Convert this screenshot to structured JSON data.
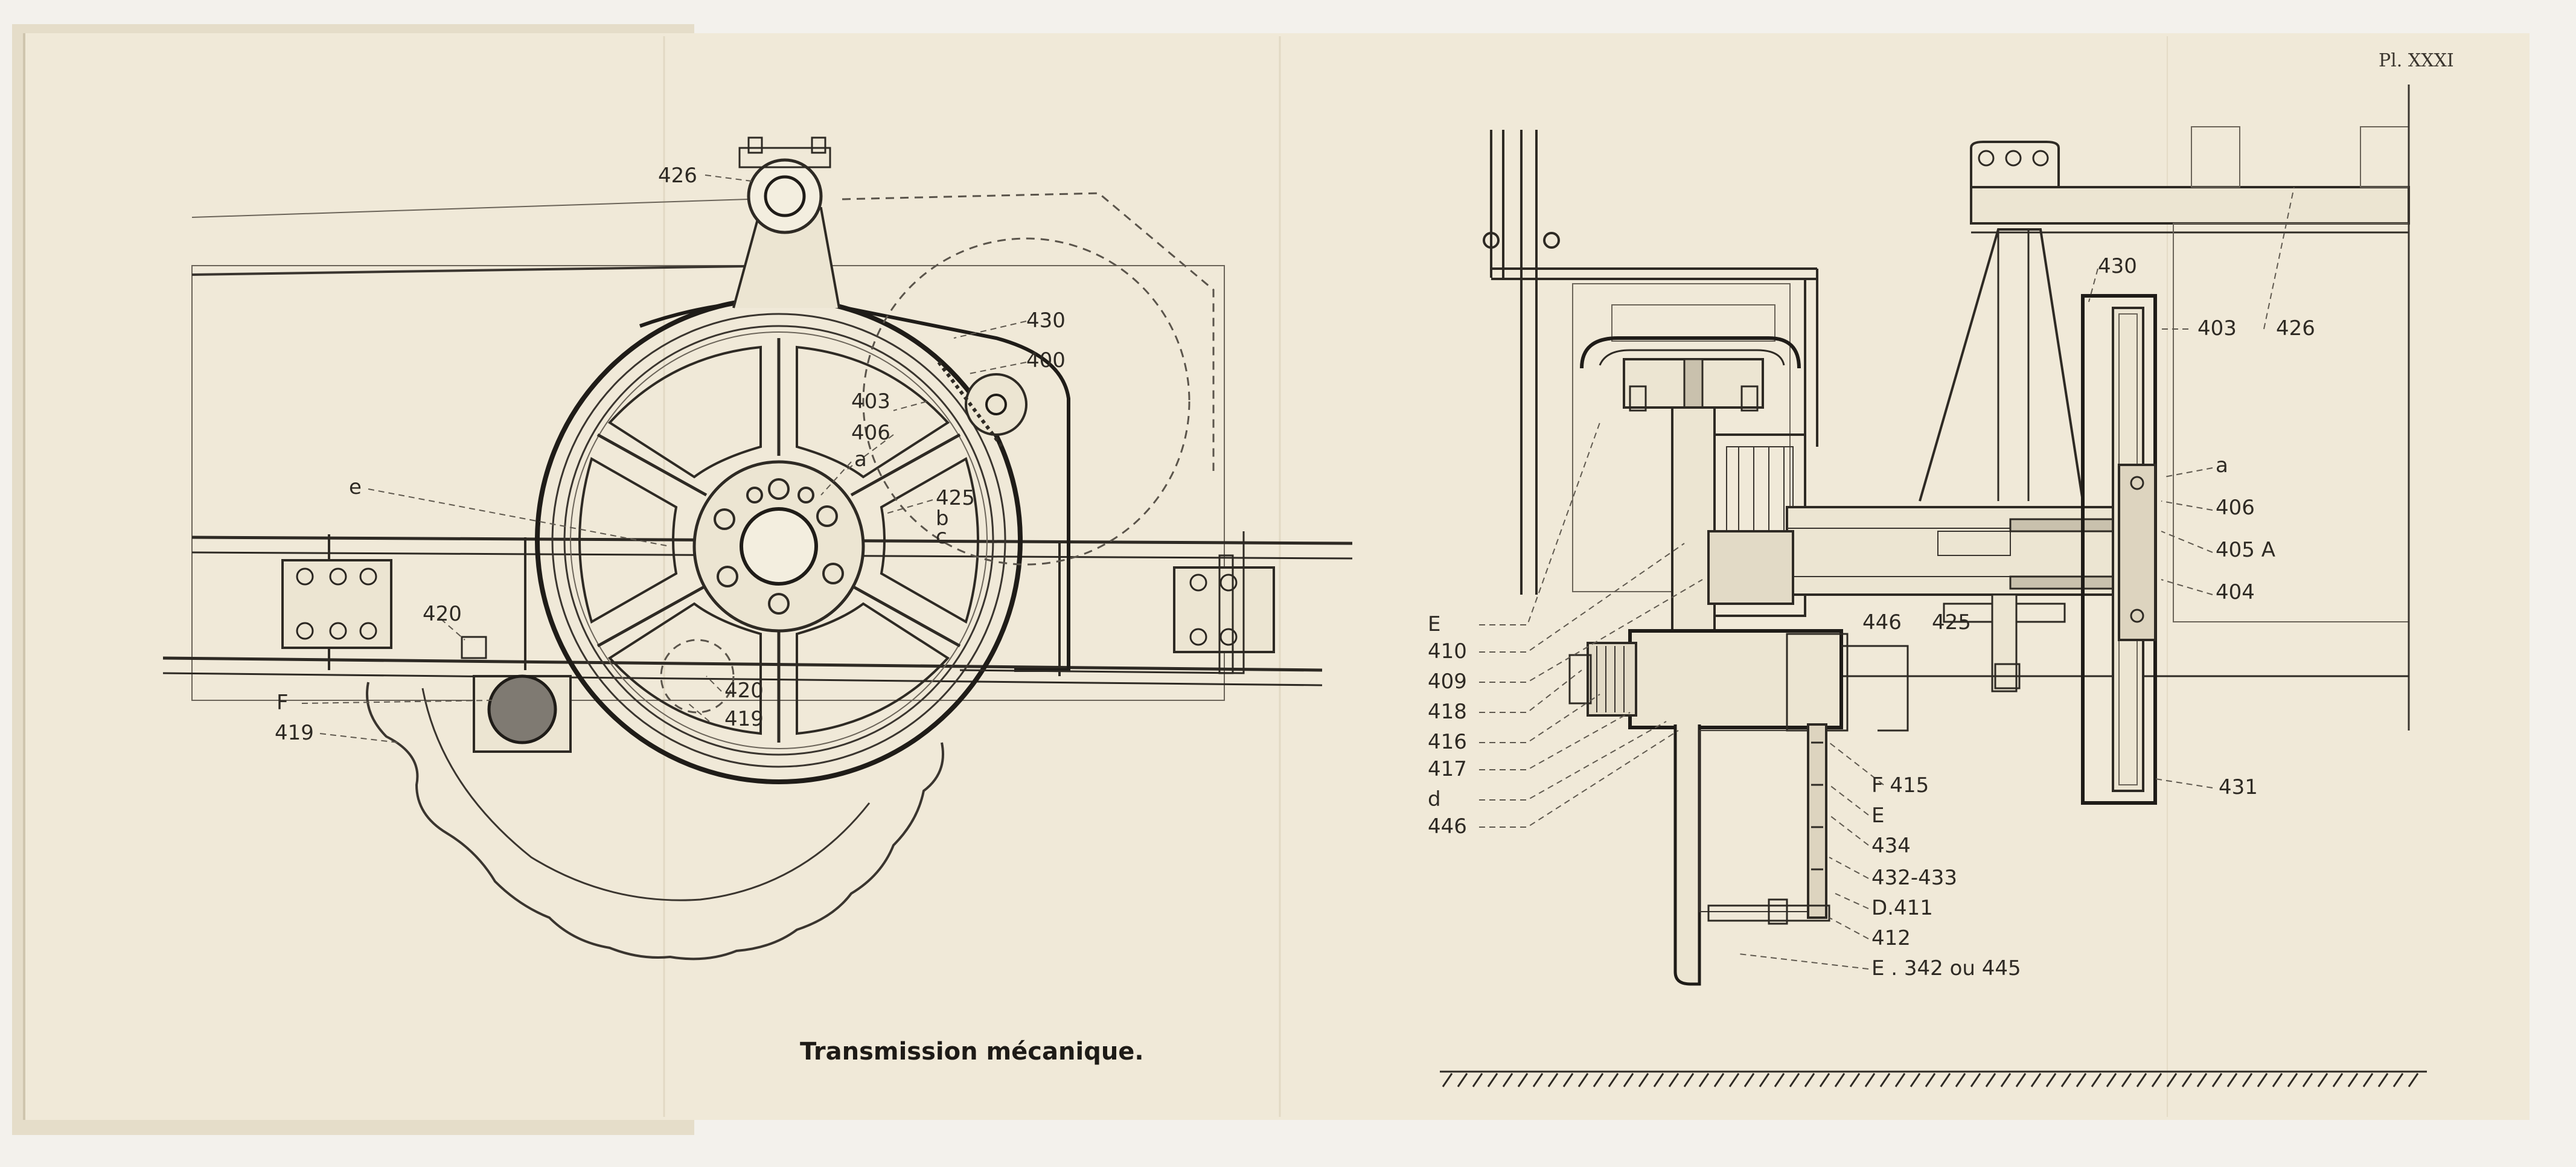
{
  "plate": {
    "plate_number": "Pl. XXXI",
    "caption": "Transmission mécanique."
  },
  "left_view": {
    "labels": {
      "l426": "426",
      "l430": "430",
      "l400": "400",
      "l403": "403",
      "l406": "406",
      "la": "a",
      "l425": "425",
      "lb": "b",
      "lc": "c",
      "le": "e",
      "l420_left": "420",
      "l420_hub": "420",
      "l419_hub": "419",
      "lF": "F",
      "l419_left": "419"
    }
  },
  "right_view": {
    "top_labels": {
      "l430": "430",
      "l403": "403",
      "l426": "426",
      "la": "a",
      "l406": "406",
      "l405A": "405 A",
      "l404": "404",
      "l446_mid": "446",
      "l425": "425",
      "l431": "431"
    },
    "left_callouts": [
      "E",
      "410",
      "409",
      "418",
      "416",
      "417",
      "d",
      "446"
    ],
    "bottom_callouts": [
      "F 415",
      "E",
      "434",
      "432-433",
      "D.411",
      "412",
      "E . 342 ou 445"
    ]
  }
}
